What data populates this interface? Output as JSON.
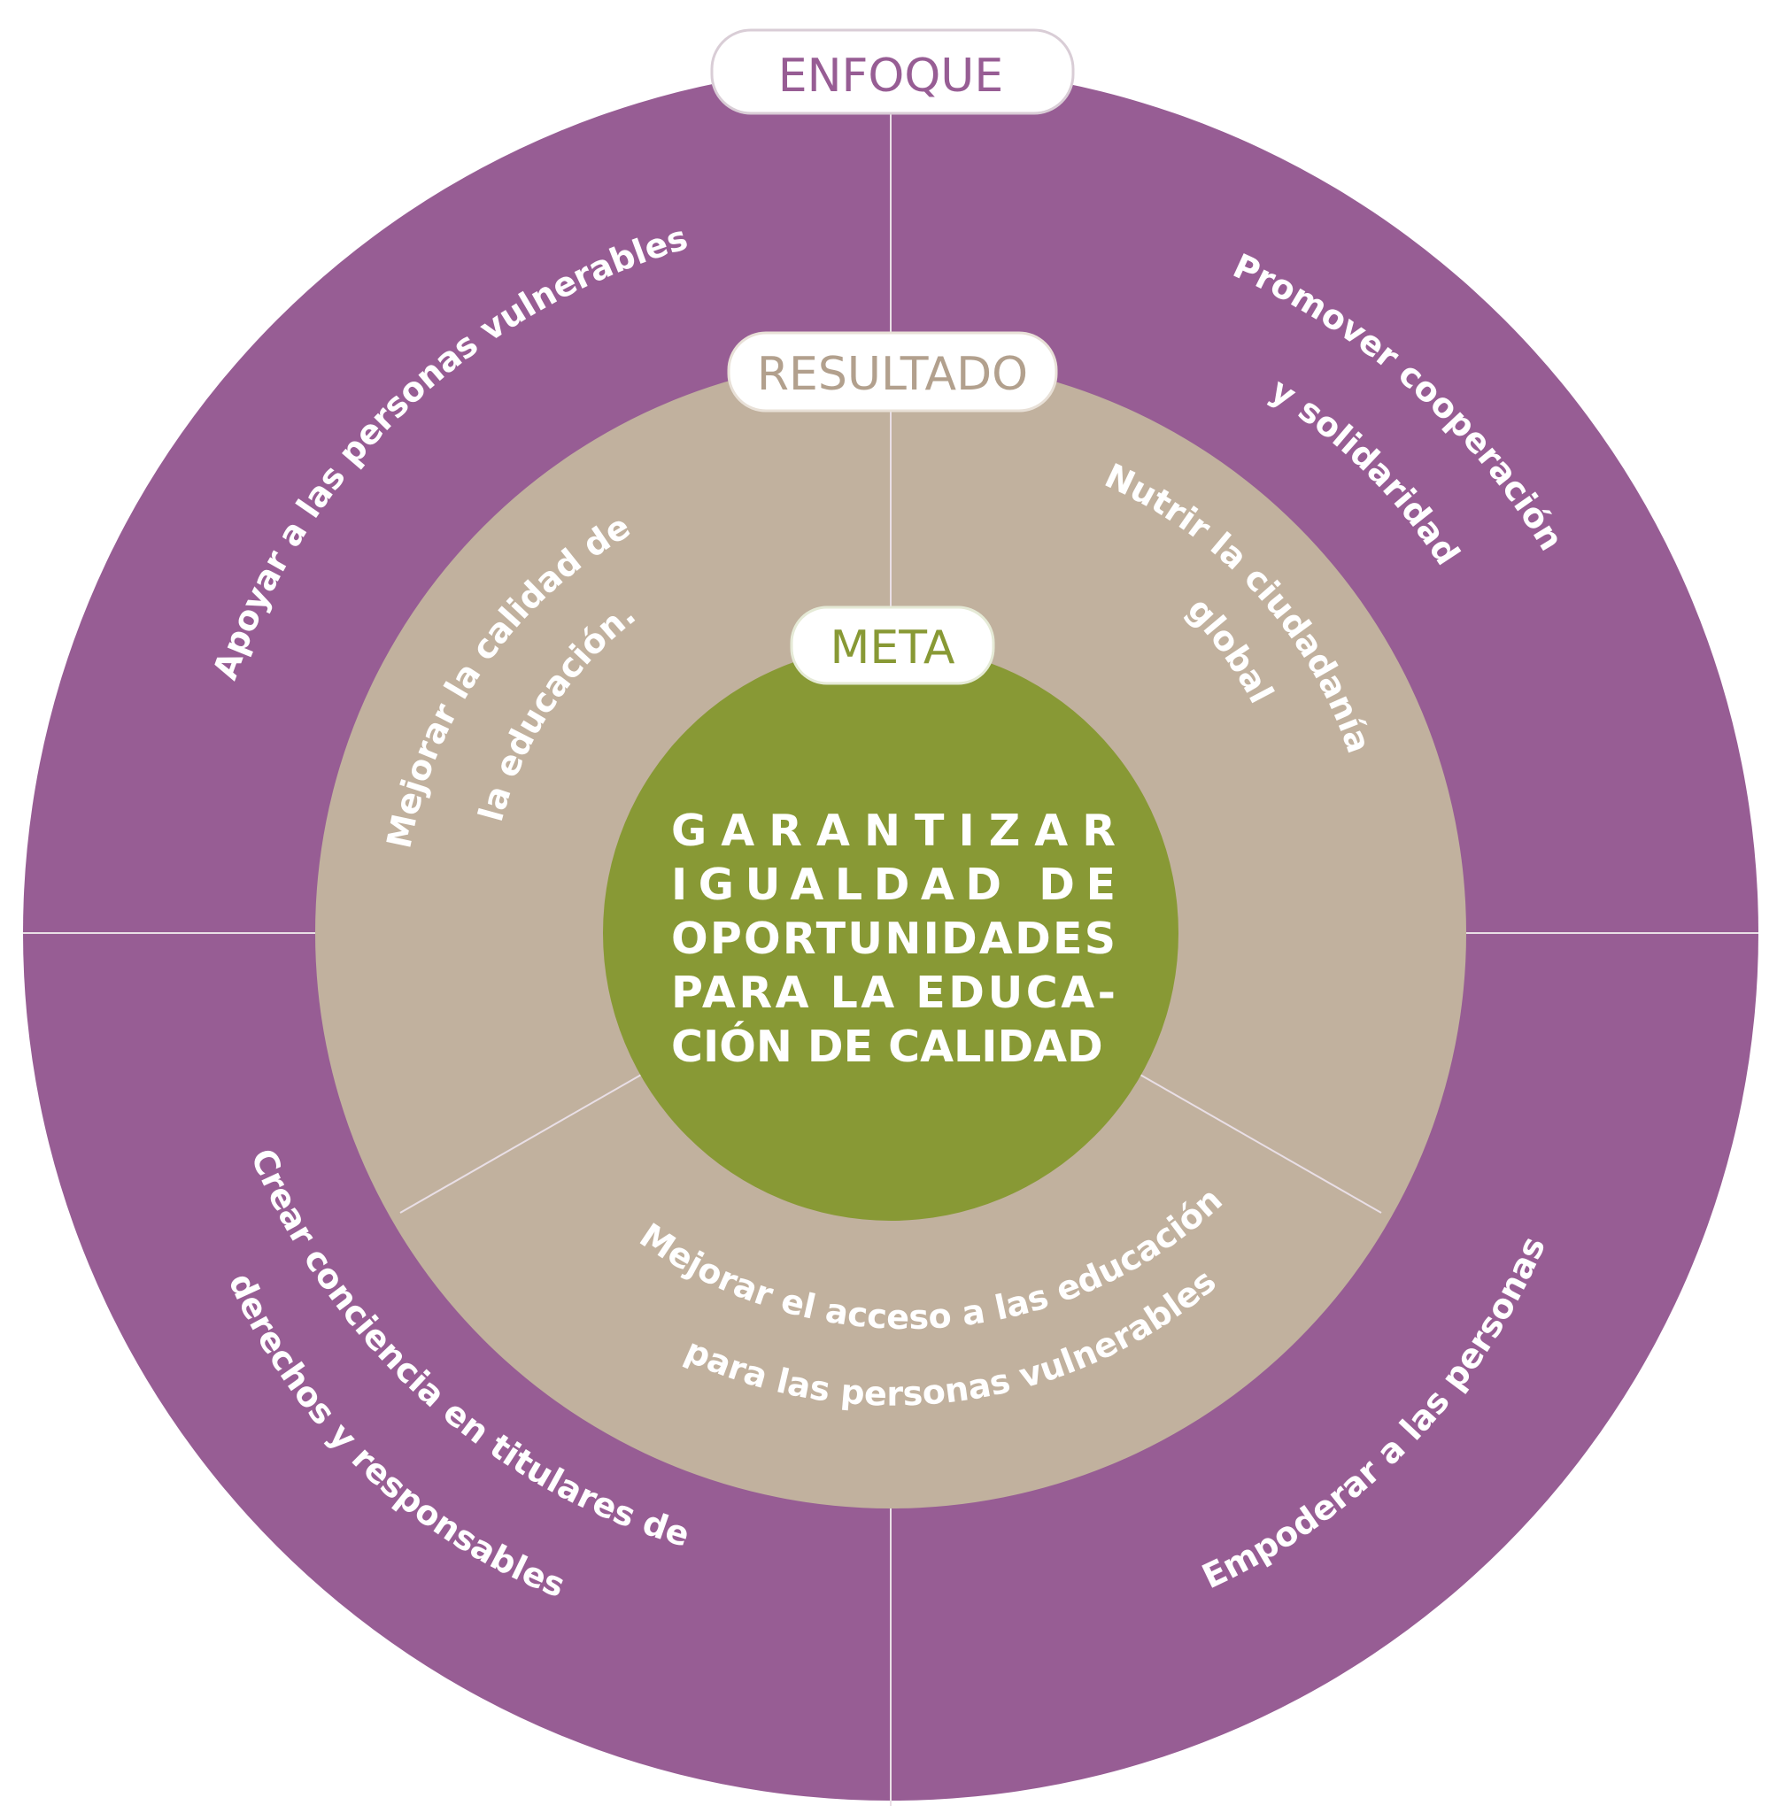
{
  "colors": {
    "outer_ring": "#975d94",
    "middle_ring": "#c1b19e",
    "center": "#889935",
    "divider": "#e9dfe6",
    "pill_fill": "#ffffff",
    "pill_border": "#d9cdd6",
    "ring_text": "#ffffff"
  },
  "labels": {
    "enfoque": "ENFOQUE",
    "resultado": "RESULTADO",
    "meta": "META"
  },
  "enfoque_items": {
    "top_left": "Apoyar a las personas vulnerables",
    "top_right": [
      "Promover cooperación",
      "y solidaridad"
    ],
    "bottom_left": [
      "Crear conciencia en titulares de",
      "derechos y responsables"
    ],
    "bottom_right": "Empoderar a las personas"
  },
  "resultado_items": {
    "left": [
      "Mejorar la calidad de",
      "la educación."
    ],
    "right": [
      "Nutrir la ciudadanía",
      "global"
    ],
    "bottom": [
      "Mejorar el acceso a las educación",
      "para las personas vulnerables"
    ]
  },
  "meta_text": [
    "GARANTIZAR",
    "IGUALDAD DE",
    "OPORTUNIDADES",
    "PARA LA EDUCA-",
    "CIÓN DE CALIDAD"
  ]
}
